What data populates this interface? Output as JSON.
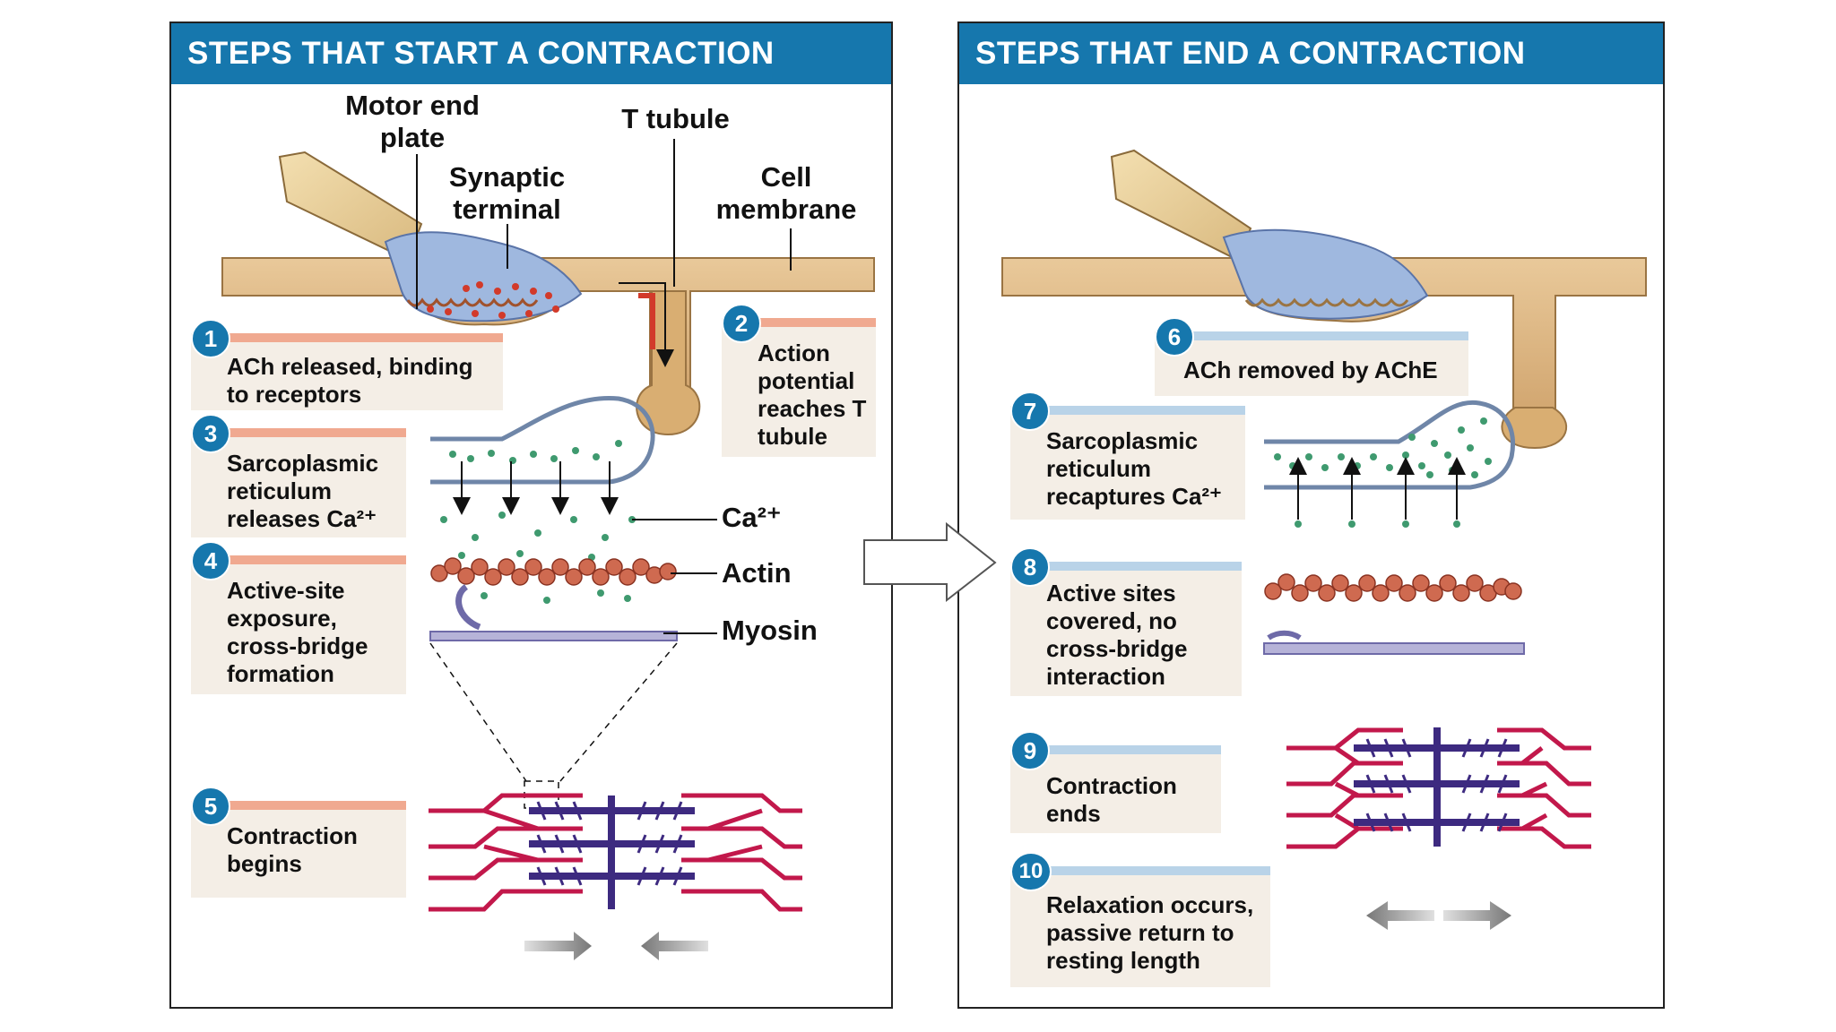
{
  "left_panel": {
    "title": "STEPS THAT START A CONTRACTION",
    "labels": {
      "motor_end_plate": "Motor end plate",
      "synaptic_terminal": "Synaptic terminal",
      "t_tubule": "T tubule",
      "cell_membrane": "Cell membrane",
      "calcium": "Ca²⁺",
      "actin": "Actin",
      "myosin": "Myosin"
    },
    "steps": [
      {
        "num": "1",
        "text": "ACh released, binding to receptors"
      },
      {
        "num": "2",
        "text": "Action potential reaches T tubule"
      },
      {
        "num": "3",
        "text": "Sarcoplasmic reticulum releases Ca²⁺"
      },
      {
        "num": "4",
        "text": "Active-site exposure, cross-bridge formation"
      },
      {
        "num": "5",
        "text": "Contraction begins"
      }
    ]
  },
  "right_panel": {
    "title": "STEPS THAT END A CONTRACTION",
    "steps": [
      {
        "num": "6",
        "text": "ACh removed by AChE"
      },
      {
        "num": "7",
        "text": "Sarcoplasmic reticulum recaptures Ca²⁺"
      },
      {
        "num": "8",
        "text": "Active sites covered, no cross-bridge interaction"
      },
      {
        "num": "9",
        "text": "Contraction ends"
      },
      {
        "num": "10",
        "text": "Relaxation occurs, passive return to resting length"
      }
    ]
  },
  "colors": {
    "header_blue": "#1677ad",
    "step_bar_warm": "#f0a990",
    "step_bar_cool": "#b9d3e8",
    "step_box": "#f4eee6",
    "membrane": "#e2bd8a",
    "synaptic_terminal": "#9fb8df",
    "calcium": "#3f9a6f",
    "actin": "#cf6a50",
    "sarcomere_red": "#c2184b",
    "sarcomere_purple": "#3d2a80"
  }
}
